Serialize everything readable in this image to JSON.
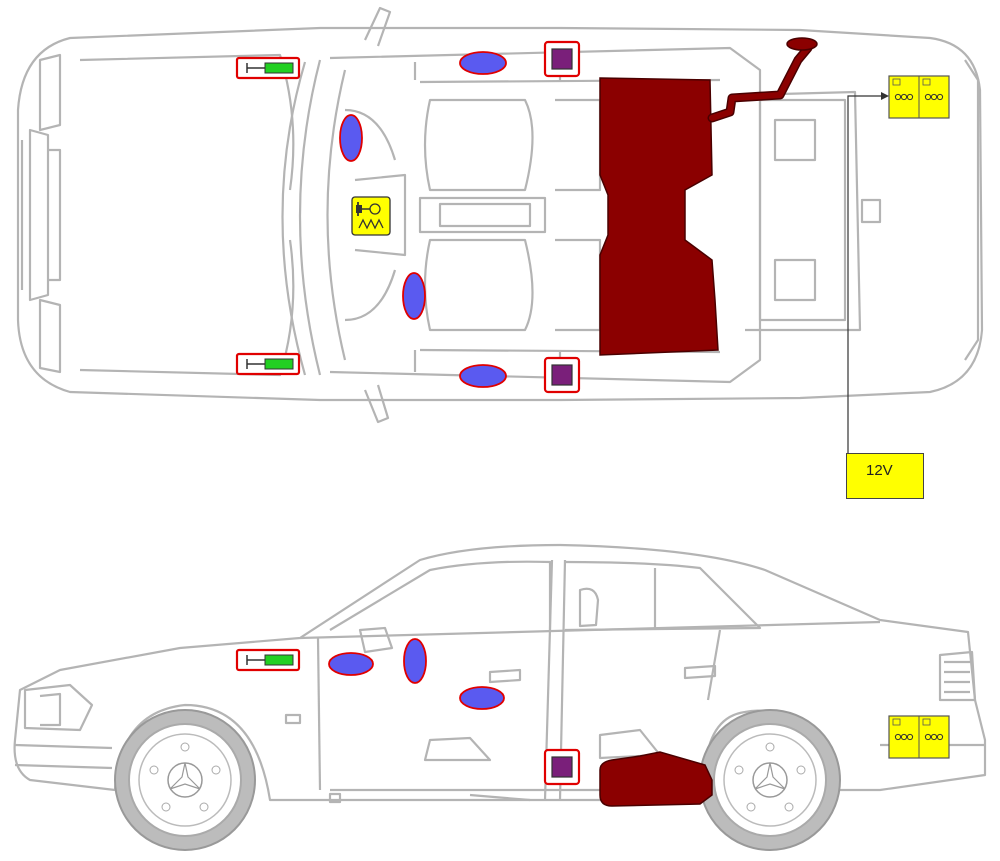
{
  "voltage_label": {
    "text": "12V"
  },
  "colors": {
    "outline": "#b4b4b4",
    "fuel_tank": "#8b0000",
    "airbag": "#5a5af0",
    "highlight_border": "#e00000",
    "sensor_green": "#22d022",
    "control_unit": "#7a1f7a",
    "battery": "#ffff00"
  },
  "views": [
    "top-view",
    "side-view"
  ],
  "components": {
    "fuel_tank": "fuel-tank",
    "airbag": "airbag-module",
    "crash_sensor": "crash-sensor",
    "side_sensor": "side-impact-sensor",
    "battery": "battery-12v",
    "control_unit": "airbag-control-unit"
  }
}
